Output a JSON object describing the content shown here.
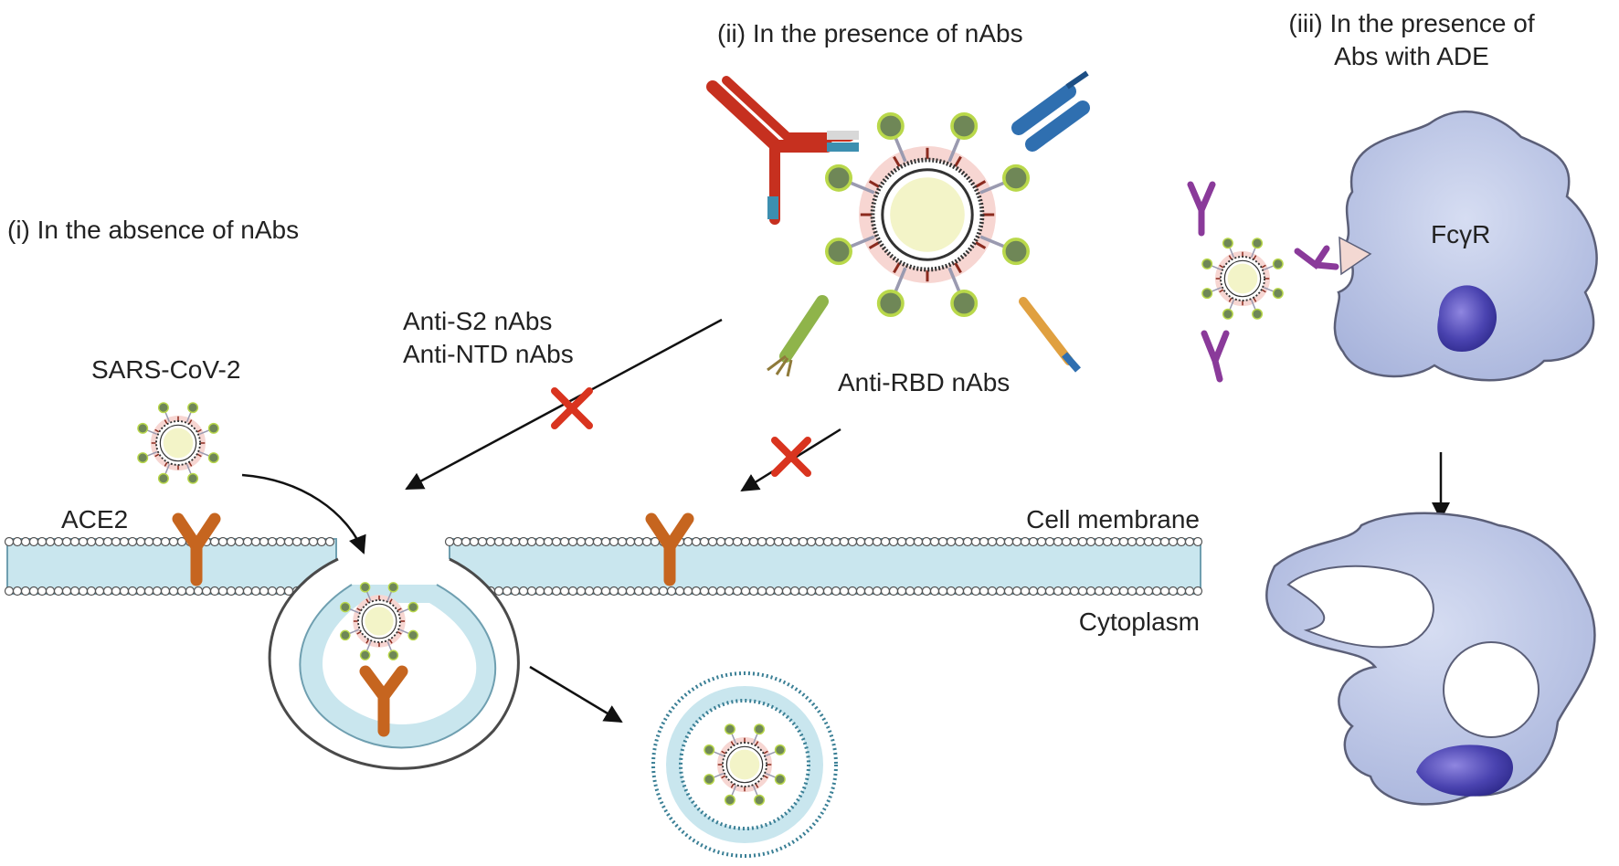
{
  "panels": {
    "absence_title": "(i) In the absence of nAbs",
    "presence_title": "(ii) In the presence of nAbs",
    "ade_title_line1": "(iii) In the presence of",
    "ade_title_line2": "Abs with ADE"
  },
  "labels": {
    "virus": "SARS-CoV-2",
    "receptor": "ACE2",
    "membrane": "Cell membrane",
    "cytoplasm": "Cytoplasm",
    "anti_s2": "Anti-S2 nAbs",
    "anti_ntd": "Anti-NTD nAbs",
    "anti_rbd": "Anti-RBD nAbs",
    "fc_receptor": "FcγR"
  },
  "colors": {
    "virus_core": "#f3f4c8",
    "virus_halo": "#f7d6d2",
    "spike_head": "#6f8757",
    "spike_rim": "#b9d84a",
    "spike_red": "#8b2a1e",
    "ace2": "#c6651f",
    "membrane_fill": "#c9e6ee",
    "membrane_lipid": "#6f9fb0",
    "cell_fill": "#b3bfe0",
    "nucleus": "#3f3b9e",
    "block_x": "#d9341f",
    "ab_red": "#c6301f",
    "ab_blue": "#2f6fb0",
    "ab_purple": "#8a3a9a"
  }
}
